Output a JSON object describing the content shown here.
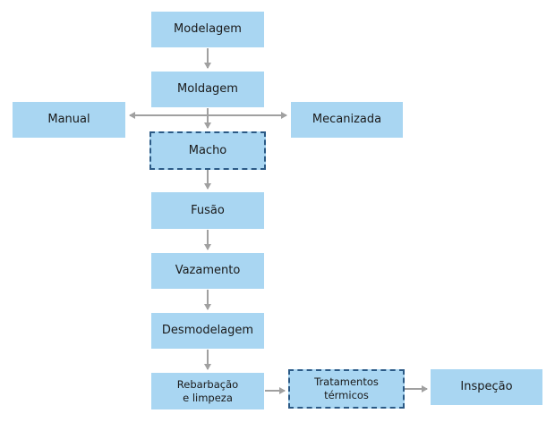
{
  "colors": {
    "box_fill": "#a9d6f2",
    "dashed_border": "#2b5a86",
    "arrow": "#a0a0a0"
  },
  "steps": {
    "modelagem": "Modelagem",
    "moldagem": "Moldagem",
    "manual": "Manual",
    "mecanizada": "Mecanizada",
    "macho": "Macho",
    "fusao": "Fusão",
    "vazamento": "Vazamento",
    "desmodelagem": "Desmodelagem",
    "rebarbacao": "Rebarbação\ne limpeza",
    "tratamentos": "Tratamentos\ntérmicos",
    "inspecao": "Inspeção"
  }
}
